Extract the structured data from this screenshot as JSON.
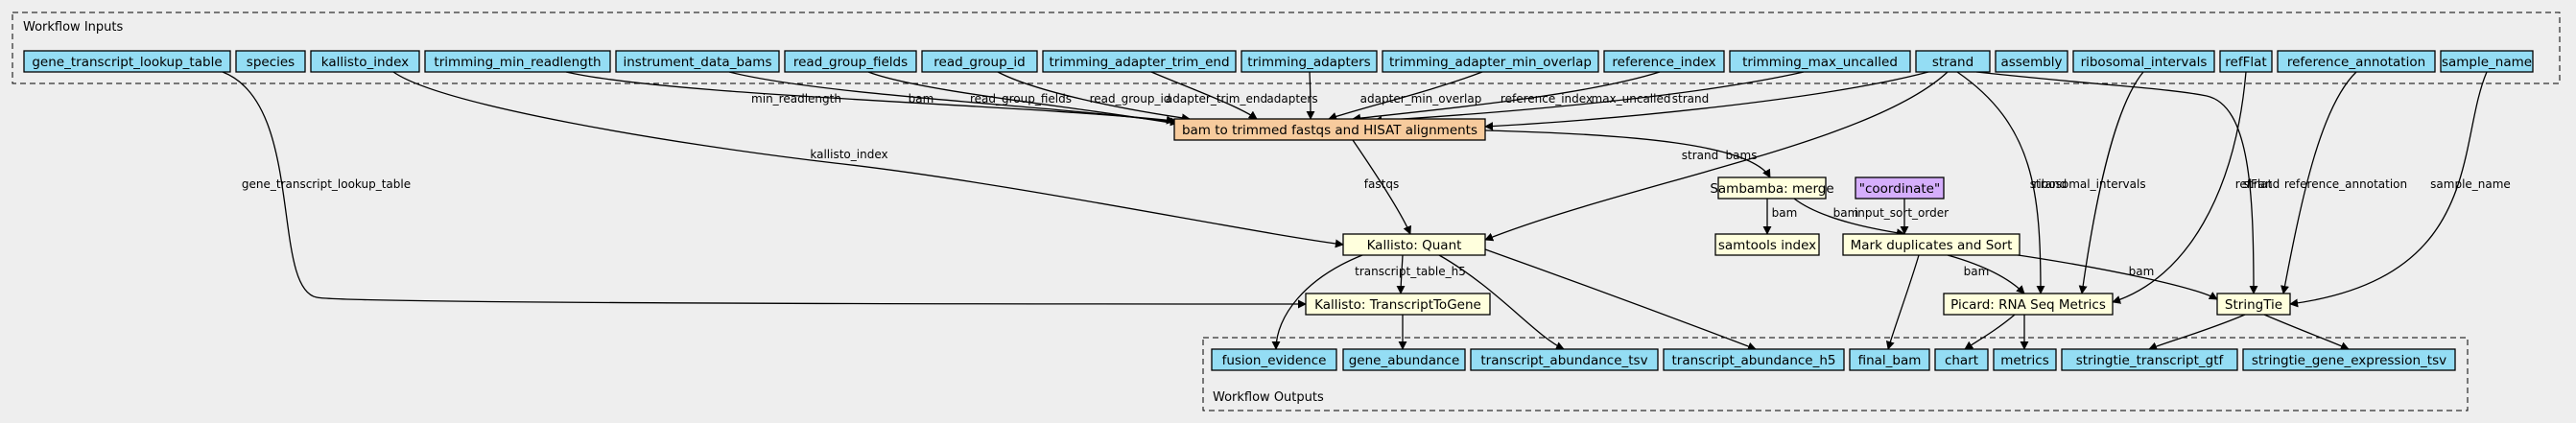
{
  "groups": {
    "inputs_label": "Workflow Inputs",
    "outputs_label": "Workflow Outputs"
  },
  "colors": {
    "background": "#eeeeee",
    "io_node": "#94ddf4",
    "step_main": "#f7cb9d",
    "step": "#ffffdd",
    "literal": "#d5aefc"
  },
  "nodes": [
    {
      "id": "in_gtlt",
      "label": "gene_transcript_lookup_table",
      "kind": "input"
    },
    {
      "id": "in_species",
      "label": "species",
      "kind": "input"
    },
    {
      "id": "in_kallisto_index",
      "label": "kallisto_index",
      "kind": "input"
    },
    {
      "id": "in_trim_minlen",
      "label": "trimming_min_readlength",
      "kind": "input"
    },
    {
      "id": "in_idbams",
      "label": "instrument_data_bams",
      "kind": "input"
    },
    {
      "id": "in_rgfields",
      "label": "read_group_fields",
      "kind": "input"
    },
    {
      "id": "in_rgid",
      "label": "read_group_id",
      "kind": "input"
    },
    {
      "id": "in_trim_end",
      "label": "trimming_adapter_trim_end",
      "kind": "input"
    },
    {
      "id": "in_trim_adapters",
      "label": "trimming_adapters",
      "kind": "input"
    },
    {
      "id": "in_trim_overlap",
      "label": "trimming_adapter_min_overlap",
      "kind": "input"
    },
    {
      "id": "in_refindex",
      "label": "reference_index",
      "kind": "input"
    },
    {
      "id": "in_trim_uncalled",
      "label": "trimming_max_uncalled",
      "kind": "input"
    },
    {
      "id": "in_strand",
      "label": "strand",
      "kind": "input"
    },
    {
      "id": "in_assembly",
      "label": "assembly",
      "kind": "input"
    },
    {
      "id": "in_ribo",
      "label": "ribosomal_intervals",
      "kind": "input"
    },
    {
      "id": "in_refflat",
      "label": "refFlat",
      "kind": "input"
    },
    {
      "id": "in_refannot",
      "label": "reference_annotation",
      "kind": "input"
    },
    {
      "id": "in_sample",
      "label": "sample_name",
      "kind": "input"
    },
    {
      "id": "st_bam",
      "label": "bam to trimmed fastqs and HISAT alignments",
      "kind": "step_main"
    },
    {
      "id": "st_merge",
      "label": "Sambamba: merge",
      "kind": "step"
    },
    {
      "id": "lit_coord",
      "label": "\"coordinate\"",
      "kind": "literal"
    },
    {
      "id": "st_kquant",
      "label": "Kallisto: Quant",
      "kind": "step"
    },
    {
      "id": "st_samidx",
      "label": "samtools index",
      "kind": "step"
    },
    {
      "id": "st_markdup",
      "label": "Mark duplicates and Sort",
      "kind": "step"
    },
    {
      "id": "st_t2g",
      "label": "Kallisto: TranscriptToGene",
      "kind": "step"
    },
    {
      "id": "st_picard",
      "label": "Picard: RNA Seq Metrics",
      "kind": "step"
    },
    {
      "id": "st_stringtie",
      "label": "StringTie",
      "kind": "step"
    },
    {
      "id": "out_fusion",
      "label": "fusion_evidence",
      "kind": "output"
    },
    {
      "id": "out_geneab",
      "label": "gene_abundance",
      "kind": "output"
    },
    {
      "id": "out_tab_tsv",
      "label": "transcript_abundance_tsv",
      "kind": "output"
    },
    {
      "id": "out_tab_h5",
      "label": "transcript_abundance_h5",
      "kind": "output"
    },
    {
      "id": "out_final_bam",
      "label": "final_bam",
      "kind": "output"
    },
    {
      "id": "out_chart",
      "label": "chart",
      "kind": "output"
    },
    {
      "id": "out_metrics",
      "label": "metrics",
      "kind": "output"
    },
    {
      "id": "out_st_gtf",
      "label": "stringtie_transcript_gtf",
      "kind": "output"
    },
    {
      "id": "out_st_expr",
      "label": "stringtie_gene_expression_tsv",
      "kind": "output"
    }
  ],
  "edges": [
    {
      "from": "in_gtlt",
      "to": "st_t2g",
      "label": "gene_transcript_lookup_table"
    },
    {
      "from": "in_kallisto_index",
      "to": "st_kquant",
      "label": "kallisto_index"
    },
    {
      "from": "in_trim_minlen",
      "to": "st_bam",
      "label": "min_readlength"
    },
    {
      "from": "in_idbams",
      "to": "st_bam",
      "label": "bam"
    },
    {
      "from": "in_rgfields",
      "to": "st_bam",
      "label": "read_group_fields"
    },
    {
      "from": "in_rgid",
      "to": "st_bam",
      "label": "read_group_id"
    },
    {
      "from": "in_trim_end",
      "to": "st_bam",
      "label": "adapter_trim_end"
    },
    {
      "from": "in_trim_adapters",
      "to": "st_bam",
      "label": "adapters"
    },
    {
      "from": "in_trim_overlap",
      "to": "st_bam",
      "label": "adapter_min_overlap"
    },
    {
      "from": "in_refindex",
      "to": "st_bam",
      "label": "reference_index"
    },
    {
      "from": "in_trim_uncalled",
      "to": "st_bam",
      "label": "max_uncalled"
    },
    {
      "from": "in_strand",
      "to": "st_bam",
      "label": "strand"
    },
    {
      "from": "in_strand",
      "to": "st_kquant",
      "label": "strand"
    },
    {
      "from": "in_strand",
      "to": "st_picard",
      "label": "strand"
    },
    {
      "from": "in_strand",
      "to": "st_stringtie",
      "label": "strand"
    },
    {
      "from": "in_ribo",
      "to": "st_picard",
      "label": "ribosomal_intervals"
    },
    {
      "from": "in_refflat",
      "to": "st_picard",
      "label": "refFlat"
    },
    {
      "from": "in_refannot",
      "to": "st_stringtie",
      "label": "reference_annotation"
    },
    {
      "from": "in_sample",
      "to": "st_stringtie",
      "label": "sample_name"
    },
    {
      "from": "st_bam",
      "to": "st_kquant",
      "label": "fastqs"
    },
    {
      "from": "st_bam",
      "to": "st_merge",
      "label": "bams"
    },
    {
      "from": "st_merge",
      "to": "st_samidx",
      "label": "bam"
    },
    {
      "from": "st_merge",
      "to": "st_markdup",
      "label": "bam"
    },
    {
      "from": "lit_coord",
      "to": "st_markdup",
      "label": "input_sort_order"
    },
    {
      "from": "st_kquant",
      "to": "st_t2g",
      "label": "transcript_table_h5"
    },
    {
      "from": "st_kquant",
      "to": "out_fusion",
      "label": ""
    },
    {
      "from": "st_kquant",
      "to": "out_tab_tsv",
      "label": ""
    },
    {
      "from": "st_kquant",
      "to": "out_tab_h5",
      "label": ""
    },
    {
      "from": "st_t2g",
      "to": "out_geneab",
      "label": ""
    },
    {
      "from": "st_markdup",
      "to": "st_picard",
      "label": "bam"
    },
    {
      "from": "st_markdup",
      "to": "st_stringtie",
      "label": "bam"
    },
    {
      "from": "st_markdup",
      "to": "out_final_bam",
      "label": ""
    },
    {
      "from": "st_picard",
      "to": "out_chart",
      "label": ""
    },
    {
      "from": "st_picard",
      "to": "out_metrics",
      "label": ""
    },
    {
      "from": "st_stringtie",
      "to": "out_st_gtf",
      "label": ""
    },
    {
      "from": "st_stringtie",
      "to": "out_st_expr",
      "label": ""
    }
  ]
}
